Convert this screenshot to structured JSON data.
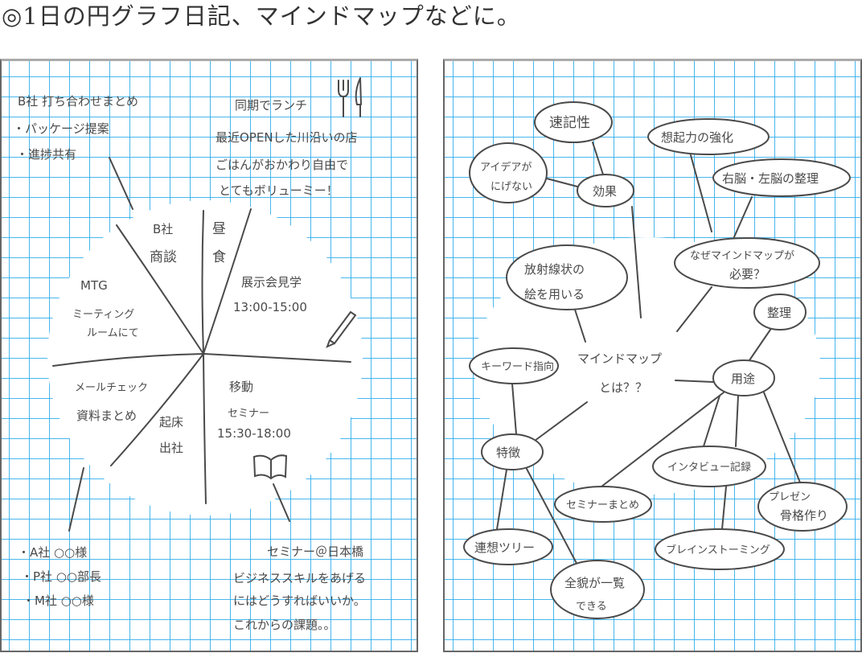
{
  "title": "◎1日の円グラフ日記、マインドマップなどに。",
  "left_page": {
    "meeting_note": [
      "B社 打ち合わせまとめ",
      "・パッケージ提案",
      "・進捗共有"
    ],
    "lunch_note": [
      "同期でランチ",
      "最近OPENした川沿いの店",
      "ごはんがおかわり自由で",
      "とてもボリューミー！"
    ],
    "contacts_note": [
      "・A社 ○○様",
      "・P社 ○○部長",
      "・M社 ○○様"
    ],
    "seminar_note": [
      "セミナー＠日本橋",
      "ビジネススキルをあげる",
      "にはどうすればいいか。",
      "これからの課題。。"
    ],
    "pie": {
      "b_company": [
        "B社",
        "商談"
      ],
      "lunch": [
        "昼",
        "食"
      ],
      "mtg": [
        "MTG",
        "ミーティング",
        "ルームにて"
      ],
      "exhibition": [
        "展示会見学",
        "13:00-15:00"
      ],
      "mail": [
        "メールチェック",
        "資料まとめ"
      ],
      "wake": [
        "起床",
        "出社"
      ],
      "move": [
        "移動",
        "セミナー",
        "15:30-18:00"
      ]
    },
    "icons": [
      "fork-knife-icon",
      "pen-icon",
      "book-icon"
    ]
  },
  "right_page": {
    "center": [
      "マインドマップ",
      "とは？？"
    ],
    "nodes": {
      "shorthand": [
        "速記性"
      ],
      "ideas": [
        "アイデアが",
        "にげない"
      ],
      "effect": [
        "効果"
      ],
      "recall": [
        "想起力の強化"
      ],
      "brain": [
        "右脳・左脳の整理"
      ],
      "why": [
        "なぜマインドマップが",
        "必要？"
      ],
      "radial": [
        "放射線状の",
        "絵を用いる"
      ],
      "organize": [
        "整理"
      ],
      "keyword": [
        "キーワード指向"
      ],
      "use": [
        "用途"
      ],
      "feature": [
        "特徴"
      ],
      "interview": [
        "インタビュー記録"
      ],
      "seminar": [
        "セミナーまとめ"
      ],
      "presentation": [
        "プレゼン",
        "骨格作り"
      ],
      "association": [
        "連想ツリー"
      ],
      "brainstorm": [
        "ブレインストーミング"
      ],
      "overview": [
        "全貌が一覧",
        "できる"
      ]
    }
  }
}
